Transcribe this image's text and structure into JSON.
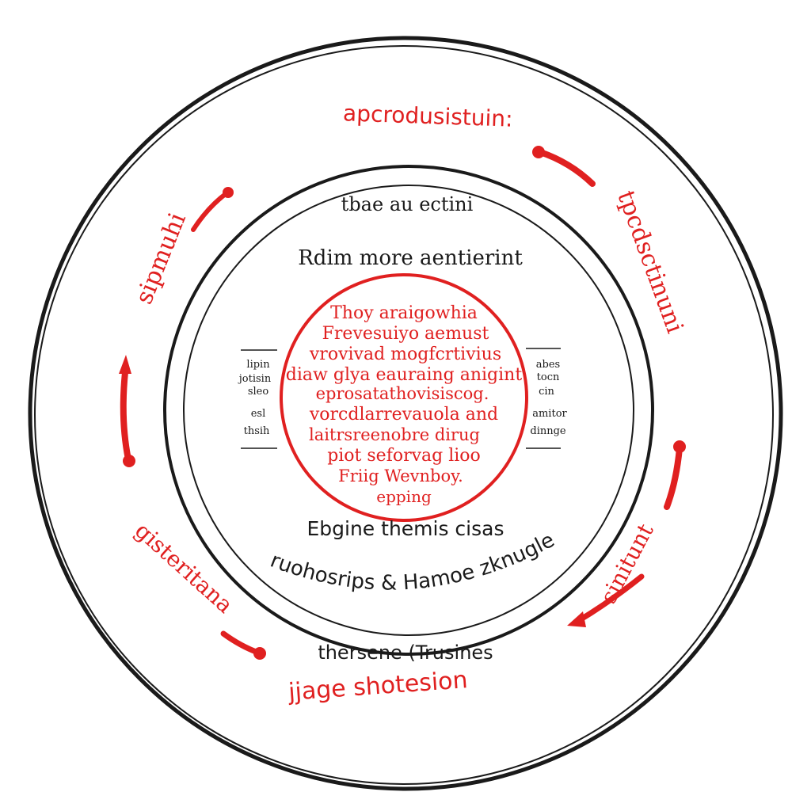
{
  "colors": {
    "ink": "#1a1a1a",
    "accent": "#e02020",
    "background": "#ffffff"
  },
  "outer_ring": {
    "top_label": "apcrodusistuin:",
    "right_label": "tpcdsctinuni",
    "left_label": "sipmuhi",
    "lower_left_label": "gisteritana",
    "lower_right_label": "sinitunt",
    "bottom_label": "jjage shotesion"
  },
  "middle_ring": {
    "top_label": "tbae au ectini",
    "upper_label": "Rdim more aentierint",
    "lower_label": "Ebgine themis cisas",
    "arc_label": "ruohosrips & Hamoe zknugle",
    "bottom_label": "thersene (Trusines"
  },
  "side_notes": {
    "left": [
      "lipin",
      "jotisin",
      "sleo",
      "esl",
      "thsih"
    ],
    "right": [
      "abes",
      "tocn",
      "cin",
      "amitor",
      "dinnge"
    ]
  },
  "center": {
    "lines": [
      "Thoy araigowhia",
      "Frevesuiyo aemust",
      "vrovivad mogfcrtivius",
      "diaw glya eauraing anigint",
      "eprosatathovisiscog.",
      "vorcdlarrevauola and",
      "laitrsreenobre dirug",
      "piot seforvag lioo",
      "Friig Wevnboy.",
      "epping"
    ]
  }
}
